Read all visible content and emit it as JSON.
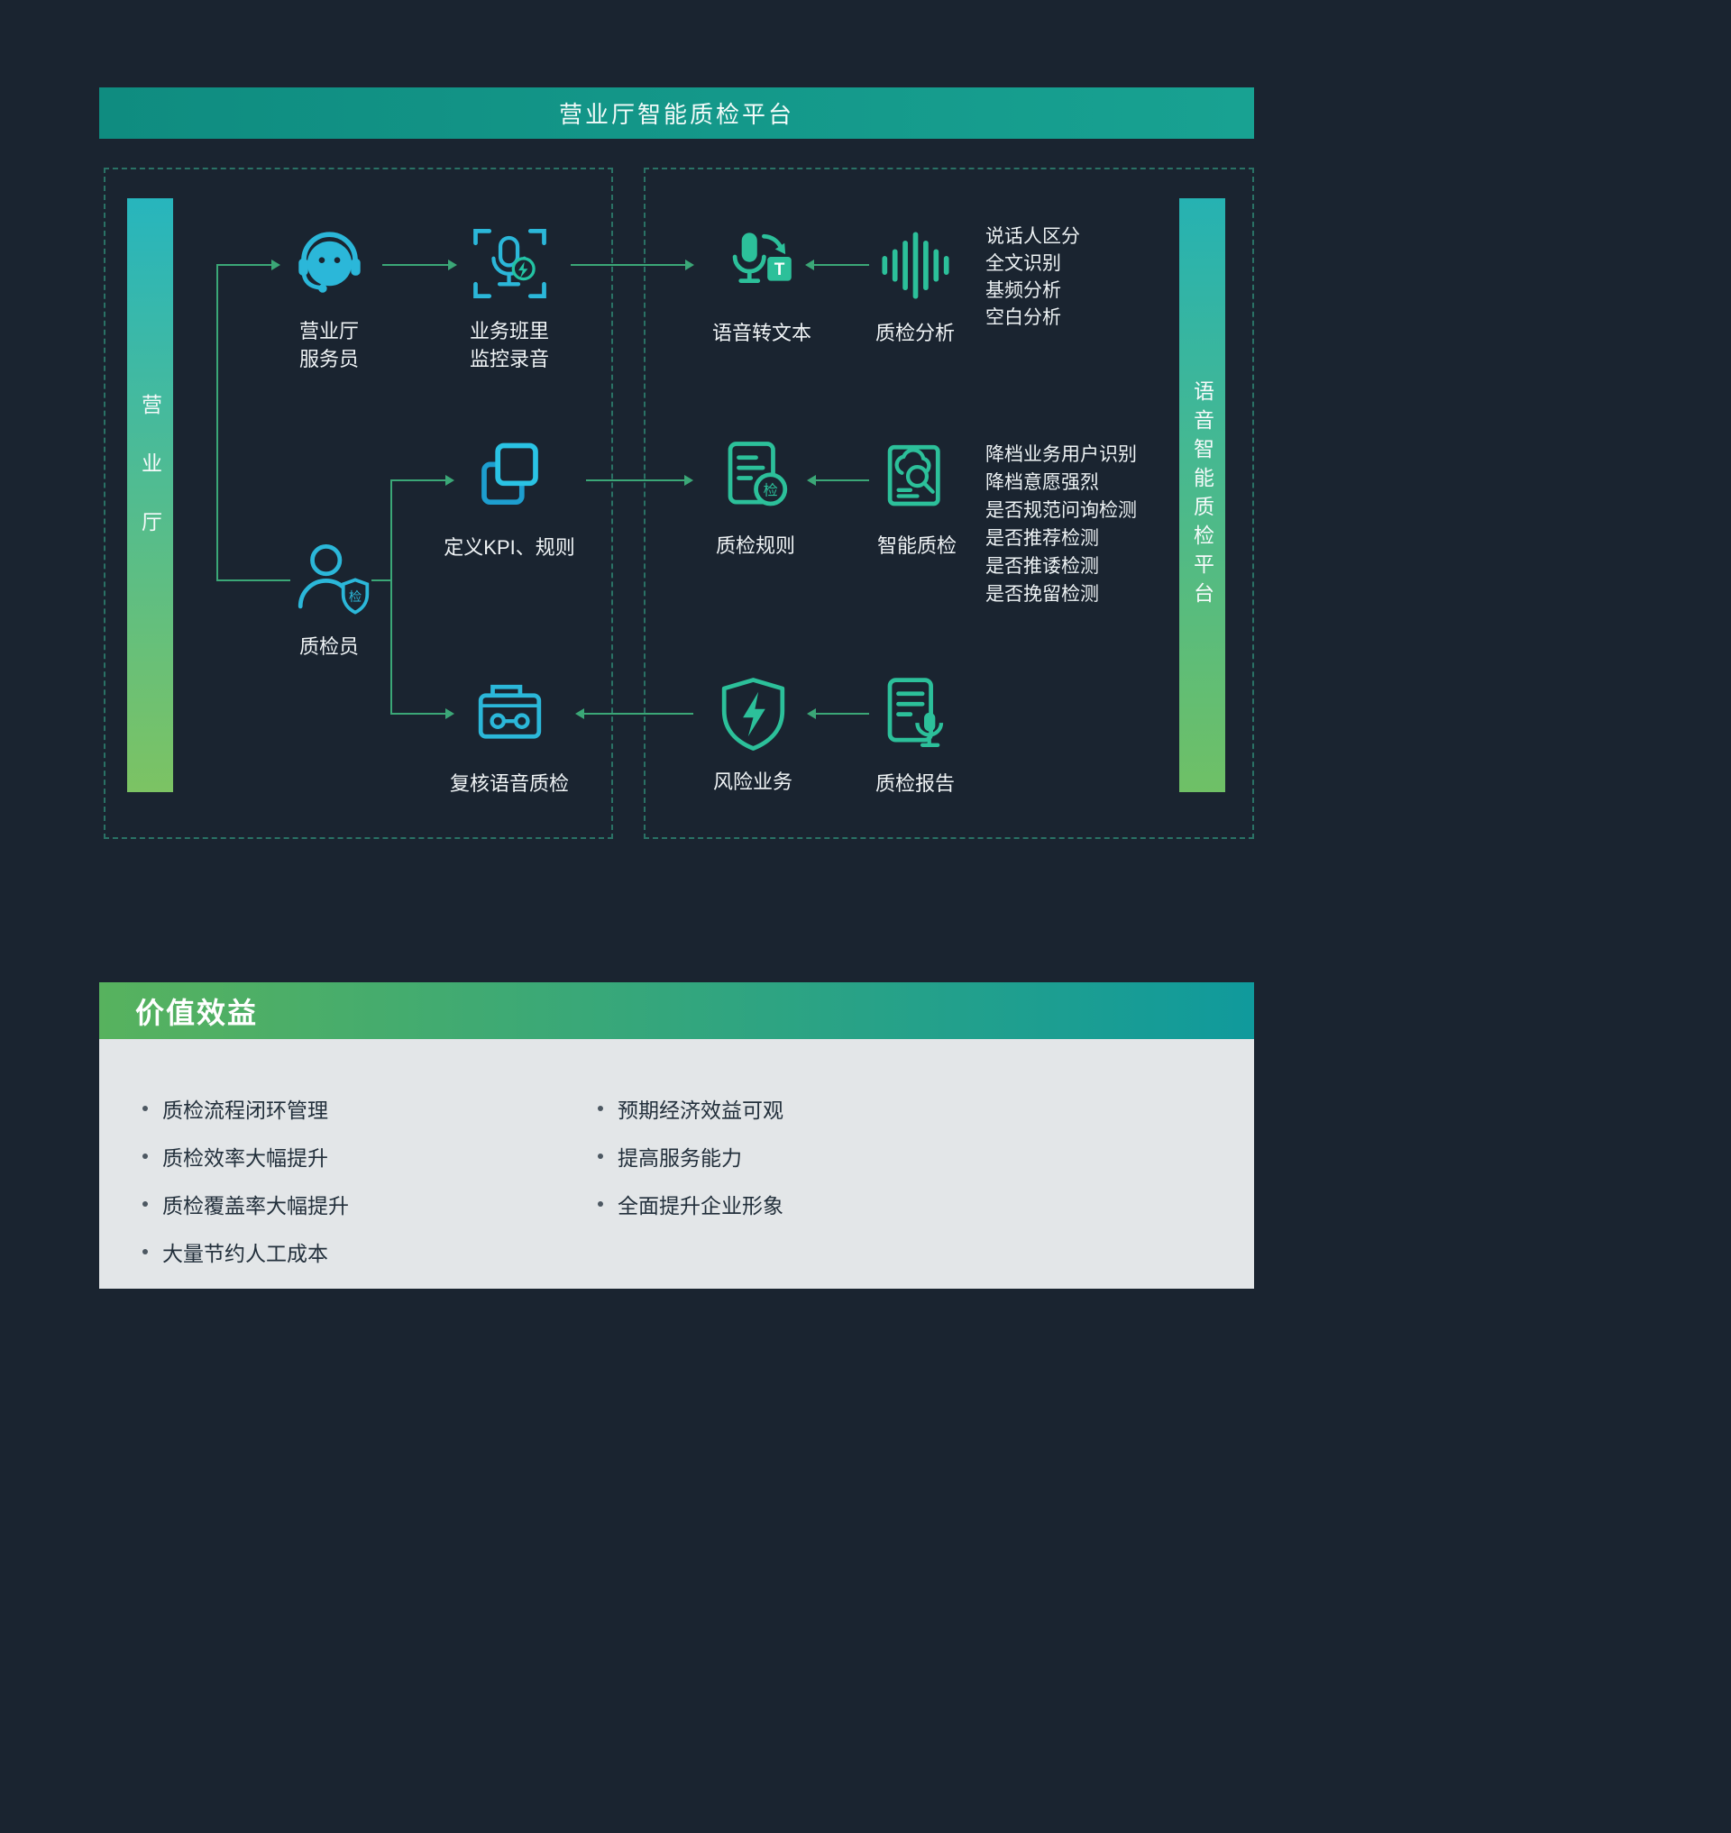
{
  "colors": {
    "bg": "#1a2430",
    "cyan": "#2bb7d9",
    "green": "#2cc09a",
    "arrow": "#3ba777",
    "dash": "#2a7265"
  },
  "header": {
    "title": "营业厅智能质检平台"
  },
  "regions": {
    "left": {
      "side_label": "营业厅"
    },
    "right": {
      "side_label": "语音智能质检平台"
    }
  },
  "nodes": {
    "attendant": {
      "label": "营业厅\n服务员",
      "icon": "headset-agent-icon"
    },
    "monitor": {
      "label": "业务班里\n监控录音",
      "icon": "framed-mic-recording-icon"
    },
    "speech_to_text": {
      "label": "语音转文本",
      "icon": "mic-to-text-icon"
    },
    "qc_analysis": {
      "label": "质检分析",
      "icon": "waveform-icon"
    },
    "define_kpi": {
      "label": "定义KPI、规则",
      "icon": "overlap-squares-icon"
    },
    "qc_rules": {
      "label": "质检规则",
      "icon": "doc-check-badge-icon"
    },
    "smart_qc": {
      "label": "智能质检",
      "icon": "cloud-search-icon"
    },
    "inspector": {
      "label": "质检员",
      "icon": "inspector-shield-icon"
    },
    "review": {
      "label": "复核语音质检",
      "icon": "voice-review-icon"
    },
    "risk": {
      "label": "风险业务",
      "icon": "risk-shield-bolt-icon"
    },
    "report": {
      "label": "质检报告",
      "icon": "report-mic-icon"
    }
  },
  "features_top": [
    "说话人区分",
    "全文识别",
    "基频分析",
    "空白分析"
  ],
  "features_mid": [
    "降档业务用户识别",
    "降档意愿强烈",
    "是否规范问询检测",
    "是否推荐检测",
    "是否推诿检测",
    "是否挽留检测"
  ],
  "glyphs": {
    "t_badge": "T",
    "jian_badge": "检"
  },
  "benefits": {
    "title": "价值效益",
    "left": [
      "质检流程闭环管理",
      "质检效率大幅提升",
      "质检覆盖率大幅提升",
      "大量节约人工成本"
    ],
    "right": [
      "预期经济效益可观",
      "提高服务能力",
      "全面提升企业形象"
    ]
  }
}
